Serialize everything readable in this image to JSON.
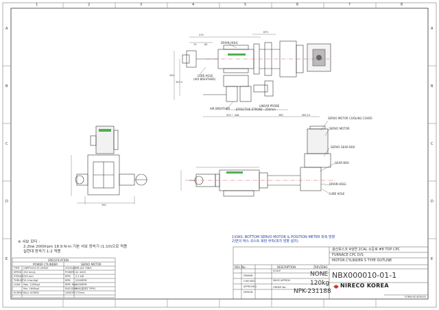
{
  "frame": {
    "col_labels": [
      "1",
      "2",
      "3",
      "4",
      "5",
      "6",
      "7",
      "8"
    ],
    "row_labels": [
      "A",
      "B",
      "C",
      "D",
      "E"
    ]
  },
  "callouts": {
    "drain_hole_top": "DRAIN HOLE",
    "lube_hole": "LUBE HOLE",
    "air_breather_paren": "(AIR BREATHER)",
    "air_breather": "AIR BREATHER",
    "linear_probe": "LINEAR PROBE",
    "effective_stroke": "EFFECTIVE STROKE : 250mm",
    "servo_motor_cooling_cover": "SERVO MOTOR COOLING COVER",
    "servo_motor": "SERVO MOTOR",
    "servo_gear_box": "SERVO GEAR BOX",
    "gear_box": "GEAR BOX",
    "drain_hole_side": "DRAIN HOLE",
    "lube_hole_side": "LUBE HOLE"
  },
  "dimensions": {
    "top_a": "215",
    "top_b": "670",
    "top_c": "70",
    "top_d": "60",
    "side_a": "340",
    "side_b": "397.5",
    "bottom_a": "525 ~ 448",
    "bottom_b": "385",
    "bottom_c": "585.15",
    "left_view": "340"
  },
  "notes": {
    "line1": "1)DAS: BOTTOM SERVO MOTOR & POSITION METER 좌측 방향",
    "line2": "2)면의 박스 코스트 복판 부착(피치 방향 설치)",
    "header": "※ 서보 모터 :",
    "spec1": "2.2kw 2000rpm 18.9 N·m 기본  서보 장속기 (1:10)으로 적용",
    "spec2": "실현대 장속기 1:2 적용"
  },
  "spec_table": {
    "title": "SPECIFICATION",
    "col_cylinder": "POWER CYLINDER",
    "col_motor": "SERVO MOTOR",
    "rows": [
      [
        "TYPE",
        "CNPP3015-ST-250DS",
        "VOLTAGE",
        "MR-J2S-70B/C"
      ],
      [
        "SPEED",
        "200 mm/s",
        "POWER",
        "AC 440V"
      ],
      [
        "STROKE",
        "250 mm",
        "RPM",
        "2.2 kW"
      ],
      [
        "THRUST",
        "15.4 ton/kgf",
        "RPM",
        "2000RPM"
      ],
      [
        "LOAD",
        "Max. 1200kgf",
        "RPM. Max",
        "2000RPM"
      ],
      [
        "",
        "Min. 1800kgf",
        "ENCODER",
        "ABS(절대치 TYPE)"
      ],
      [
        "SCREW",
        "BALL SCREW",
        "LENGTH",
        "275mm"
      ]
    ]
  },
  "title_block": {
    "project_line1": "광산포스코 4냉연 2CAL 소둔로 #8 TOP CPC",
    "project_line2": "FURNACE CPC D/S",
    "drawing_title": "MOTOR CYLINDER S TYPE OUTLINE",
    "drawing_no": "NBX000010-01-1",
    "scale_label": "SCALE",
    "scale_value": "NONE",
    "mass_label": "MASS APPROX",
    "mass_value": "120kg",
    "order_label": "ORDER No.",
    "order_value": "NPK-231188",
    "company": "NIRECO KOREA",
    "rev_header": "REV. No.",
    "desc_header": "DESCRIPTION",
    "rev_col": "REV",
    "eng_col": "ENG",
    "sign_rows": [
      "DRAWN",
      "CHECKED",
      "APPROVED",
      "DESIGN"
    ],
    "form_code": "FORM NO.KY0003"
  }
}
